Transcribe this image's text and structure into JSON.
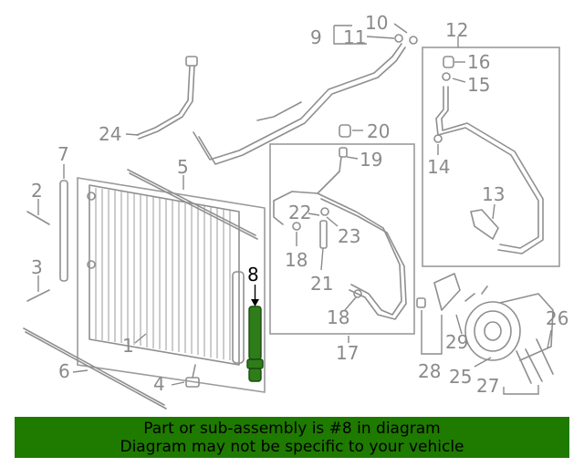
{
  "diagram": {
    "highlight_color": "#1f7a00",
    "callouts": [
      "1",
      "2",
      "3",
      "4",
      "5",
      "6",
      "7",
      "8",
      "9",
      "10",
      "11",
      "12",
      "13",
      "14",
      "15",
      "16",
      "17",
      "18",
      "18",
      "19",
      "20",
      "21",
      "22",
      "23",
      "24",
      "25",
      "26",
      "27",
      "28",
      "29"
    ],
    "highlighted_part": "8"
  },
  "banner": {
    "line1": "Part or sub-assembly is #8 in diagram",
    "line2": "Diagram may not be specific to your vehicle"
  }
}
